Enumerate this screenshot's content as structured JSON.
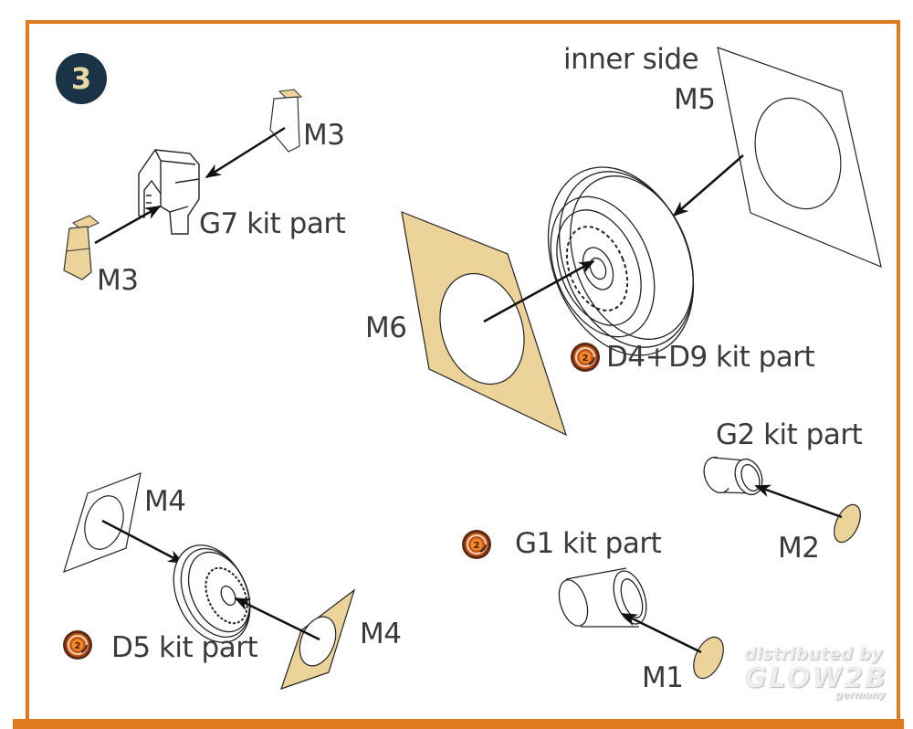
{
  "step": {
    "number": "3"
  },
  "labels": {
    "m3_top": "M3",
    "m3_bottom": "M3",
    "g7": "G7 kit part",
    "inner_side": "inner side",
    "m5": "M5",
    "m6": "M6",
    "d4d9": "D4+D9 kit part",
    "g2": "G2 kit part",
    "m2": "M2",
    "g1": "G1 kit part",
    "m1": "M1",
    "m4_top": "M4",
    "m4_bottom": "M4",
    "d5": "D5 kit part"
  },
  "reuse_badges": [
    {
      "number": "2",
      "for": "D4+D9 kit part"
    },
    {
      "number": "2",
      "for": "G1 kit part"
    },
    {
      "number": "2",
      "for": "D5 kit part"
    }
  ],
  "watermark": {
    "line1": "distributed by",
    "line2": "GLOW2B",
    "line3": "germany"
  },
  "colors": {
    "frame": "#e07a1e",
    "step_badge_bg": "#1b3346",
    "step_badge_text": "#e8d8a6",
    "mask_fill": "#ecd39a",
    "reuse_badge": "#c2541a"
  }
}
